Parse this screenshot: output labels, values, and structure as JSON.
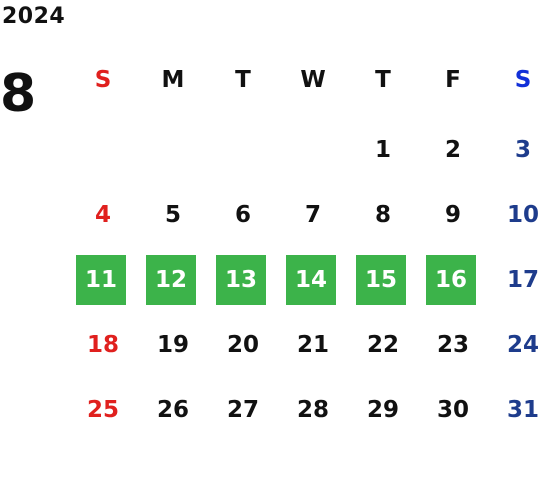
{
  "calendar": {
    "year": "2024",
    "month": "8",
    "weekdays": [
      "S",
      "M",
      "T",
      "W",
      "T",
      "F",
      "S"
    ],
    "weeks": [
      [
        "",
        "",
        "",
        "",
        "1",
        "2",
        "3"
      ],
      [
        "4",
        "5",
        "6",
        "7",
        "8",
        "9",
        "10"
      ],
      [
        "11",
        "12",
        "13",
        "14",
        "15",
        "16",
        "17"
      ],
      [
        "18",
        "19",
        "20",
        "21",
        "22",
        "23",
        "24"
      ],
      [
        "25",
        "26",
        "27",
        "28",
        "29",
        "30",
        "31"
      ]
    ],
    "highlighted_days": [
      "11",
      "12",
      "13",
      "14",
      "15",
      "16"
    ],
    "colors": {
      "sunday": "#e0201e",
      "saturday": "#1e3c8c",
      "saturday_header": "#1230d8",
      "highlight": "#3cb34a"
    }
  }
}
